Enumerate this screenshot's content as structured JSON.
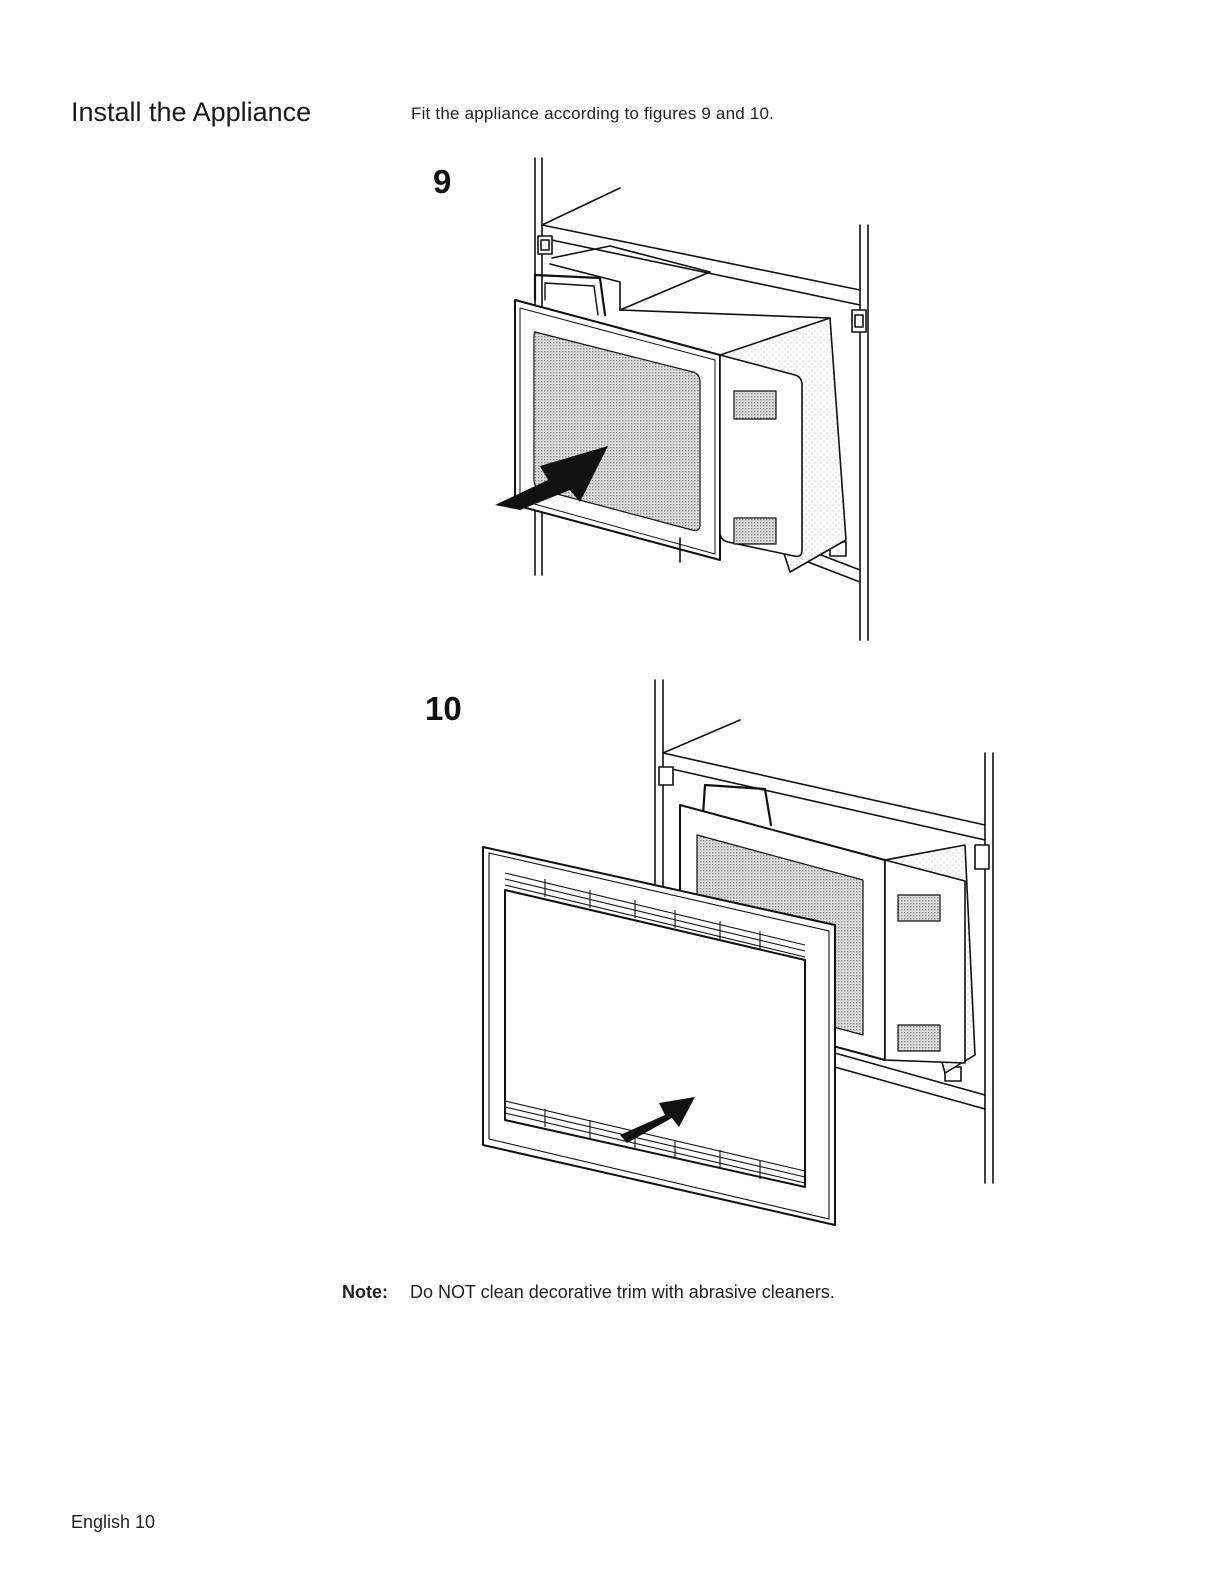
{
  "page": {
    "section_title": "Install the Appliance",
    "intro": "Fit the appliance according to figures 9 and 10."
  },
  "figures": [
    {
      "number": "9"
    },
    {
      "number": "10"
    }
  ],
  "note": {
    "label": "Note:",
    "text": "Do NOT clean decorative trim with abrasive cleaners."
  },
  "footer": {
    "page_label": "English 10"
  }
}
